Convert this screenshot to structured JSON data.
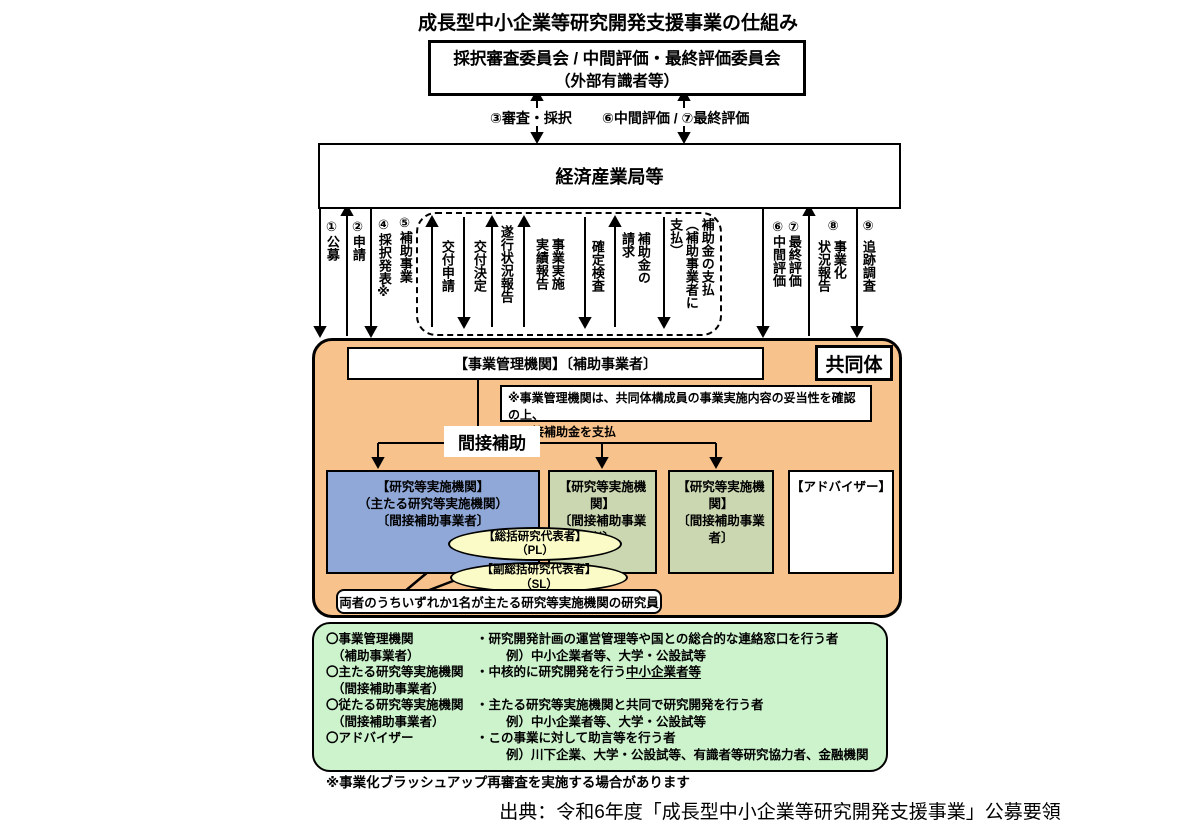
{
  "title": "成長型中小企業等研究開発支援事業の仕組み",
  "committee": {
    "line1": "採択審査委員会 / 中間評価・最終評価委員会",
    "line2": "（外部有識者等）"
  },
  "top_arrows": {
    "left_label": "③審査・採択",
    "right_label": "⑥中間評価 / ⑦最終評価"
  },
  "bureau": "経済産業局等",
  "flow": {
    "item1": "①公募",
    "item2": "②申請",
    "item4": "④採択発表※",
    "item5": "⑤補助事業",
    "kofu_shinsei": "交付申請",
    "kofu_kettei": "交付決定",
    "suiko_hokoku": "遂行状況報告",
    "jisshi_hokoku": "事業実施\n実績報告",
    "kakutei_kensa": "確定検査",
    "seikyu": "補助金の\n請求",
    "shiharai": "補助金の支払\n（補助事業者に\n支払）",
    "hyoka": "⑥中間評価\n⑦最終評価",
    "num8": "⑧",
    "jigyoka_hokoku": "事業化\n状況報告",
    "num9": "⑨",
    "tsuiseki_chosa": "追跡調査"
  },
  "consortium": {
    "badge": "共同体",
    "mgmt_box": "【事業管理機関】〔補助事業者〕",
    "note_line1": "※事業管理機関は、共同体構成員の事業実施内容の妥当性を確認の上、",
    "note_line2": "間接補助金を支払",
    "kansetsu_hojo": "間接補助",
    "main_box": {
      "l1": "【研究等実施機関】",
      "l2": "（主たる研究等実施機関）",
      "l3": "〔間接補助事業者〕"
    },
    "sub_box1": {
      "l1": "【研究等実施機関】",
      "l2": "〔間接補助事業者〕"
    },
    "sub_box2": {
      "l1": "【研究等実施機関】",
      "l2": "〔間接補助事業者〕"
    },
    "advisor_box": "【アドバイザー】",
    "pl": {
      "l1": "【総括研究代表者】",
      "l2": "（PL）"
    },
    "sl": {
      "l1": "【副総括研究代表者】",
      "l2": "（SL）"
    },
    "callout": "両者のうちいずれか1名が主たる研究等実施機関の研究員"
  },
  "legend": {
    "rows": [
      {
        "term": "〇事業管理機関",
        "sub": "（補助事業者）",
        "desc1": "・研究開発計画の運営管理等や国との総合的な連絡窓口を行う者",
        "desc2": "例）中小企業者等、大学・公設試等"
      },
      {
        "term": "〇主たる研究等実施機関",
        "sub": "（間接補助事業者）",
        "desc1": "・中核的に研究開発を行う",
        "desc1_underline": "中小企業者等",
        "desc2": ""
      },
      {
        "term": "〇従たる研究等実施機関",
        "sub": "（間接補助事業者）",
        "desc1": "・主たる研究等実施機関と共同で研究開発を行う者",
        "desc2": "例）中小企業者等、大学・公設試等"
      },
      {
        "term": "〇アドバイザー",
        "sub": "",
        "desc1": "・この事業に対して助言等を行う者",
        "desc2": "例）川下企業、大学・公設試等、有識者等研究協力者、金融機関"
      }
    ]
  },
  "footnote": "※事業化ブラッシュアップ再審査を実施する場合があります",
  "source": "出典：令和6年度「成長型中小企業等研究開発支援事業」公募要領",
  "colors": {
    "orange": "#F7C28B",
    "blue": "#8FA8D8",
    "green": "#CBD7B0",
    "cream": "#FBFBC8",
    "legend_green": "#CCF3CC"
  }
}
